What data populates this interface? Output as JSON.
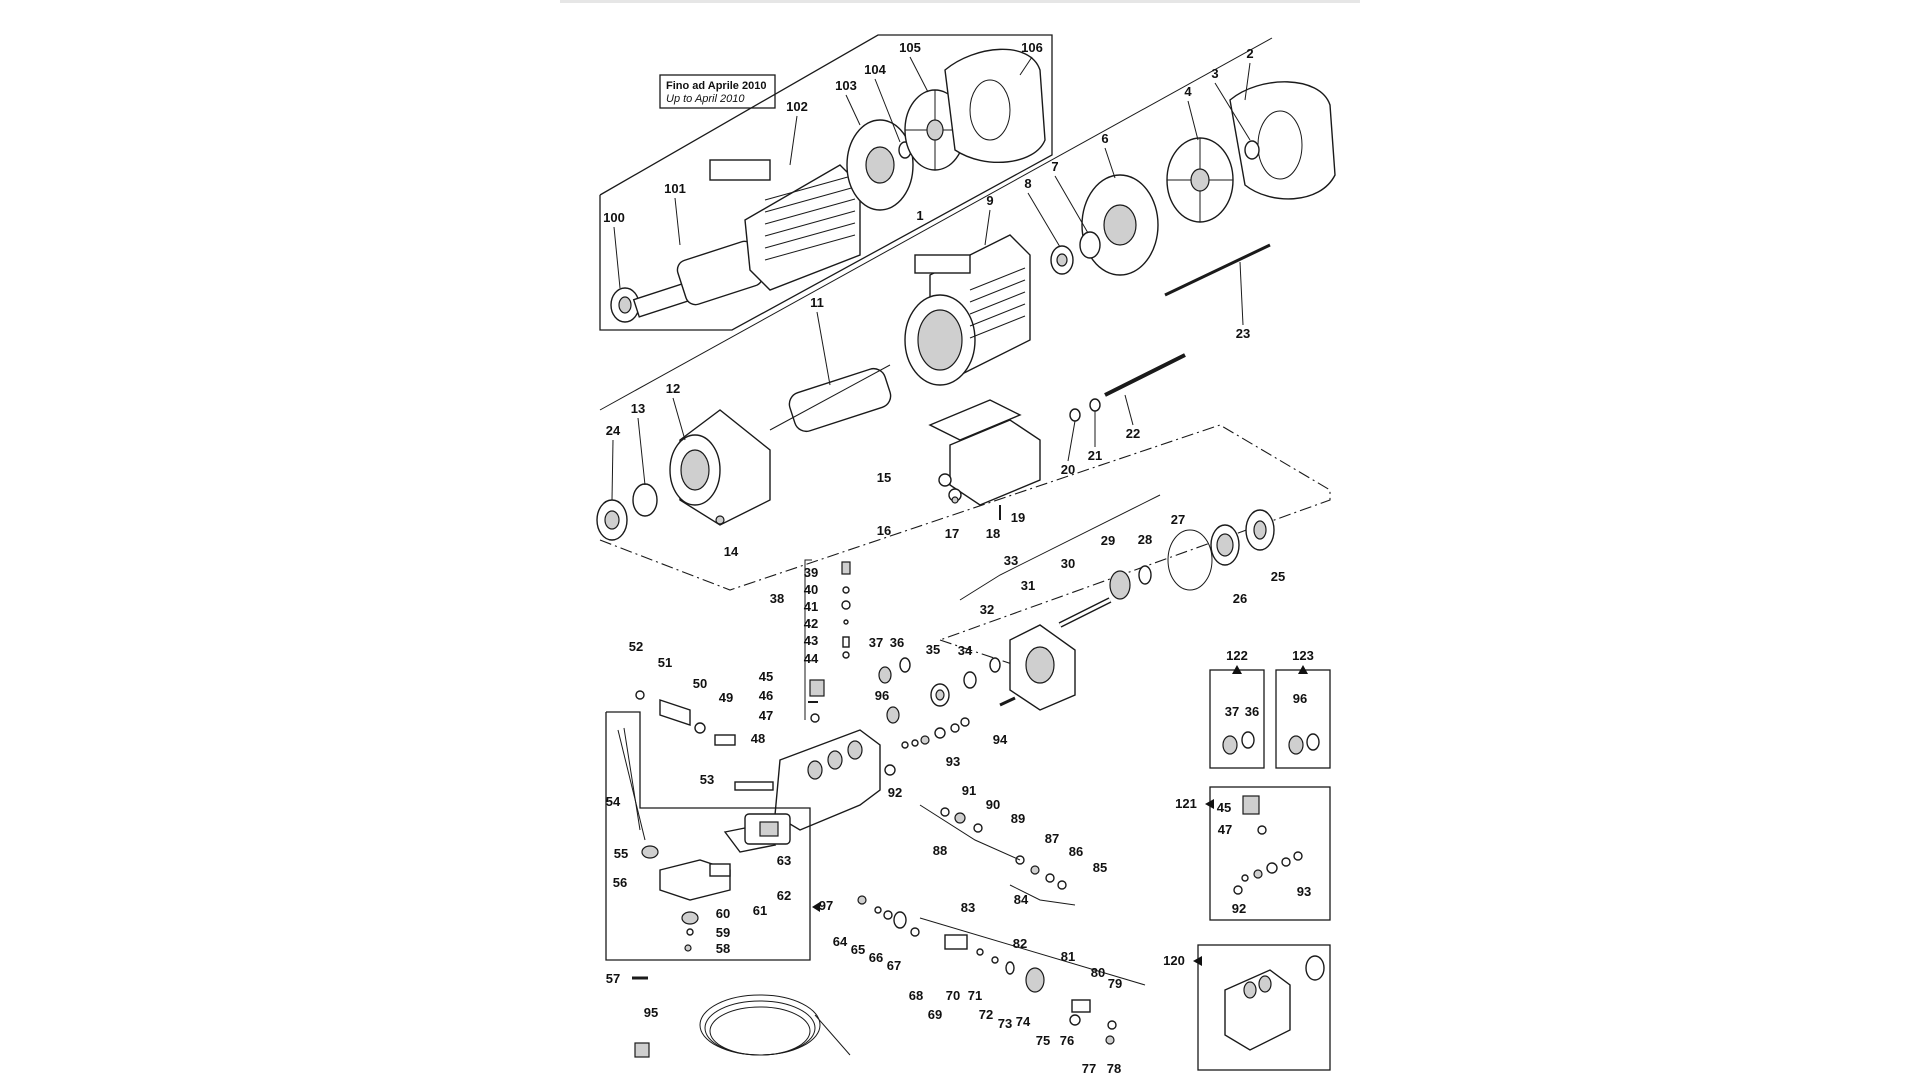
{
  "note": {
    "line1": "Fino ad Aprile 2010",
    "line2": "Up to April 2010"
  },
  "labels": {
    "l1": "1",
    "l2": "2",
    "l3": "3",
    "l4": "4",
    "l6": "6",
    "l7": "7",
    "l8": "8",
    "l9": "9",
    "l11": "11",
    "l12": "12",
    "l13": "13",
    "l14": "14",
    "l15": "15",
    "l16": "16",
    "l17": "17",
    "l18": "18",
    "l19": "19",
    "l20": "20",
    "l21": "21",
    "l22": "22",
    "l23": "23",
    "l24": "24",
    "l25": "25",
    "l26": "26",
    "l27": "27",
    "l28": "28",
    "l29": "29",
    "l30": "30",
    "l31": "31",
    "l32": "32",
    "l33": "33",
    "l34": "34",
    "l35": "35",
    "l36": "36",
    "l37": "37",
    "l38": "38",
    "l39": "39",
    "l40": "40",
    "l41": "41",
    "l42": "42",
    "l43": "43",
    "l44": "44",
    "l45": "45",
    "l46": "46",
    "l47": "47",
    "l48": "48",
    "l49": "49",
    "l50": "50",
    "l51": "51",
    "l52": "52",
    "l53": "53",
    "l54": "54",
    "l55": "55",
    "l56": "56",
    "l57": "57",
    "l58": "58",
    "l59": "59",
    "l60": "60",
    "l61": "61",
    "l62": "62",
    "l63": "63",
    "l64": "64",
    "l65": "65",
    "l66": "66",
    "l67": "67",
    "l68": "68",
    "l69": "69",
    "l70": "70",
    "l71": "71",
    "l72": "72",
    "l73": "73",
    "l74": "74",
    "l75": "75",
    "l76": "76",
    "l77": "77",
    "l78": "78",
    "l79": "79",
    "l80": "80",
    "l81": "81",
    "l82": "82",
    "l83": "83",
    "l84": "84",
    "l85": "85",
    "l86": "86",
    "l87": "87",
    "l88": "88",
    "l89": "89",
    "l90": "90",
    "l91": "91",
    "l92": "92",
    "l93": "93",
    "l94": "94",
    "l95": "95",
    "l96": "96",
    "l97": "97",
    "l100": "100",
    "l101": "101",
    "l102": "102",
    "l103": "103",
    "l104": "104",
    "l105": "105",
    "l106": "106",
    "l120": "120",
    "l121": "121",
    "l122": "122",
    "l123": "123",
    "k121_45": "45",
    "k121_47": "47",
    "k121_92": "92",
    "k121_93": "93",
    "k122_37": "37",
    "k122_36": "36",
    "k123_96": "96"
  }
}
